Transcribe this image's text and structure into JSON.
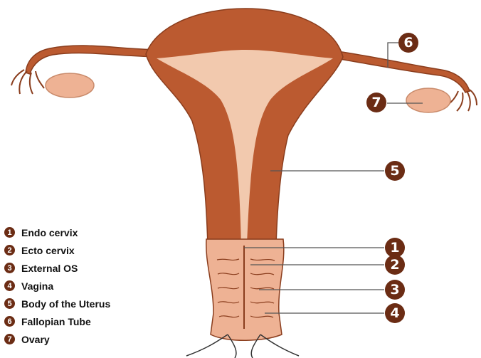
{
  "colors": {
    "muscle": "#bb5a30",
    "muscle_dark": "#8a3d1d",
    "lining": "#f2c9ae",
    "cervix": "#eeb294",
    "leader": "#555555",
    "badge": "#6b2c14"
  },
  "legend": [
    {
      "num": "1",
      "label": "Endo cervix"
    },
    {
      "num": "2",
      "label": "Ecto cervix"
    },
    {
      "num": "3",
      "label": "External OS"
    },
    {
      "num": "4",
      "label": "Vagina"
    },
    {
      "num": "5",
      "label": "Body of the Uterus"
    },
    {
      "num": "6",
      "label": "Fallopian Tube"
    },
    {
      "num": "7",
      "label": "Ovary"
    }
  ],
  "markers": [
    {
      "num": "1"
    },
    {
      "num": "2"
    },
    {
      "num": "3"
    },
    {
      "num": "4"
    },
    {
      "num": "5"
    },
    {
      "num": "6"
    },
    {
      "num": "7"
    }
  ]
}
